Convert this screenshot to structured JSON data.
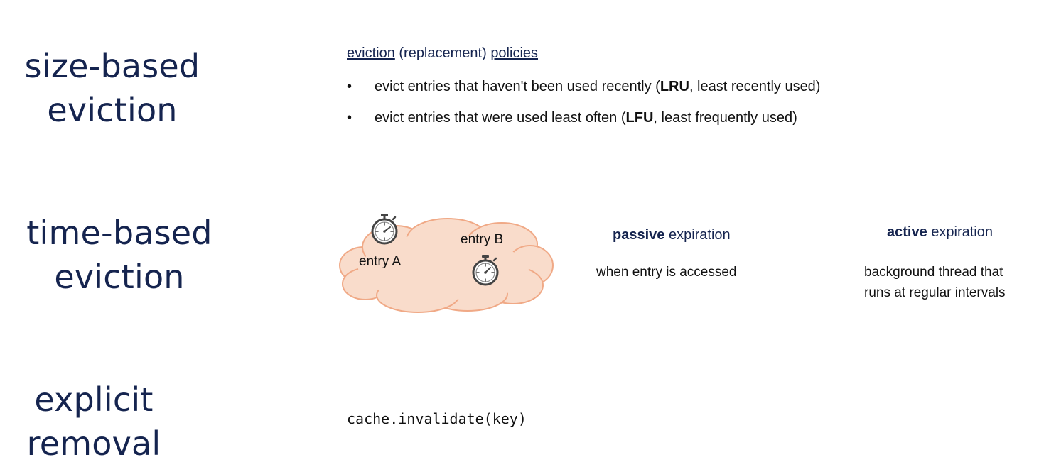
{
  "sections": {
    "size": {
      "heading_line1": "size-based",
      "heading_line2": "eviction",
      "policies_title": {
        "part1": "eviction",
        "part2": " (replacement) ",
        "part3": "policies"
      },
      "bullets": [
        {
          "marker": "•",
          "pre": "evict entries that haven't been used recently (",
          "bold": "LRU",
          "post": ", least recently used)"
        },
        {
          "marker": "•",
          "pre": "evict entries that were used least often (",
          "bold": "LFU",
          "post": ", least frequently used)"
        }
      ]
    },
    "time": {
      "heading_line1": "time-based",
      "heading_line2": "eviction",
      "entry_a": "entry A",
      "entry_b": "entry B",
      "passive": {
        "bold": "passive",
        "rest": " expiration",
        "desc": "when entry is accessed"
      },
      "active": {
        "bold": "active",
        "rest": " expiration",
        "desc_line1": "background thread that",
        "desc_line2": "runs at regular intervals"
      }
    },
    "explicit": {
      "heading_line1": "explicit",
      "heading_line2": "removal",
      "code": "cache.invalidate(key)"
    }
  },
  "colors": {
    "heading": "#15244f",
    "cloud_fill": "#f9dccb",
    "cloud_stroke": "#f0a986",
    "stopwatch": "#444444"
  },
  "icons": {
    "stopwatch": "stopwatch-icon",
    "cloud": "cloud-shape"
  }
}
